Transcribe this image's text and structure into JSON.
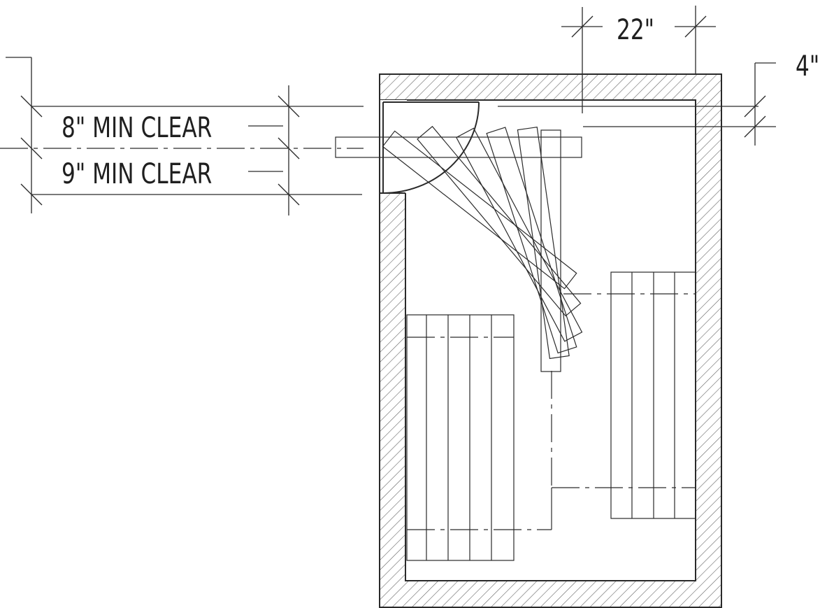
{
  "drawing": {
    "labels": {
      "top_clear": "8\" MIN CLEAR",
      "bottom_clear": "9\" MIN CLEAR",
      "width_dim": "22\"",
      "offset_dim": "4\""
    }
  },
  "colors": {
    "line": "#2a2a2a",
    "hatch": "#555555",
    "background": "#ffffff"
  }
}
